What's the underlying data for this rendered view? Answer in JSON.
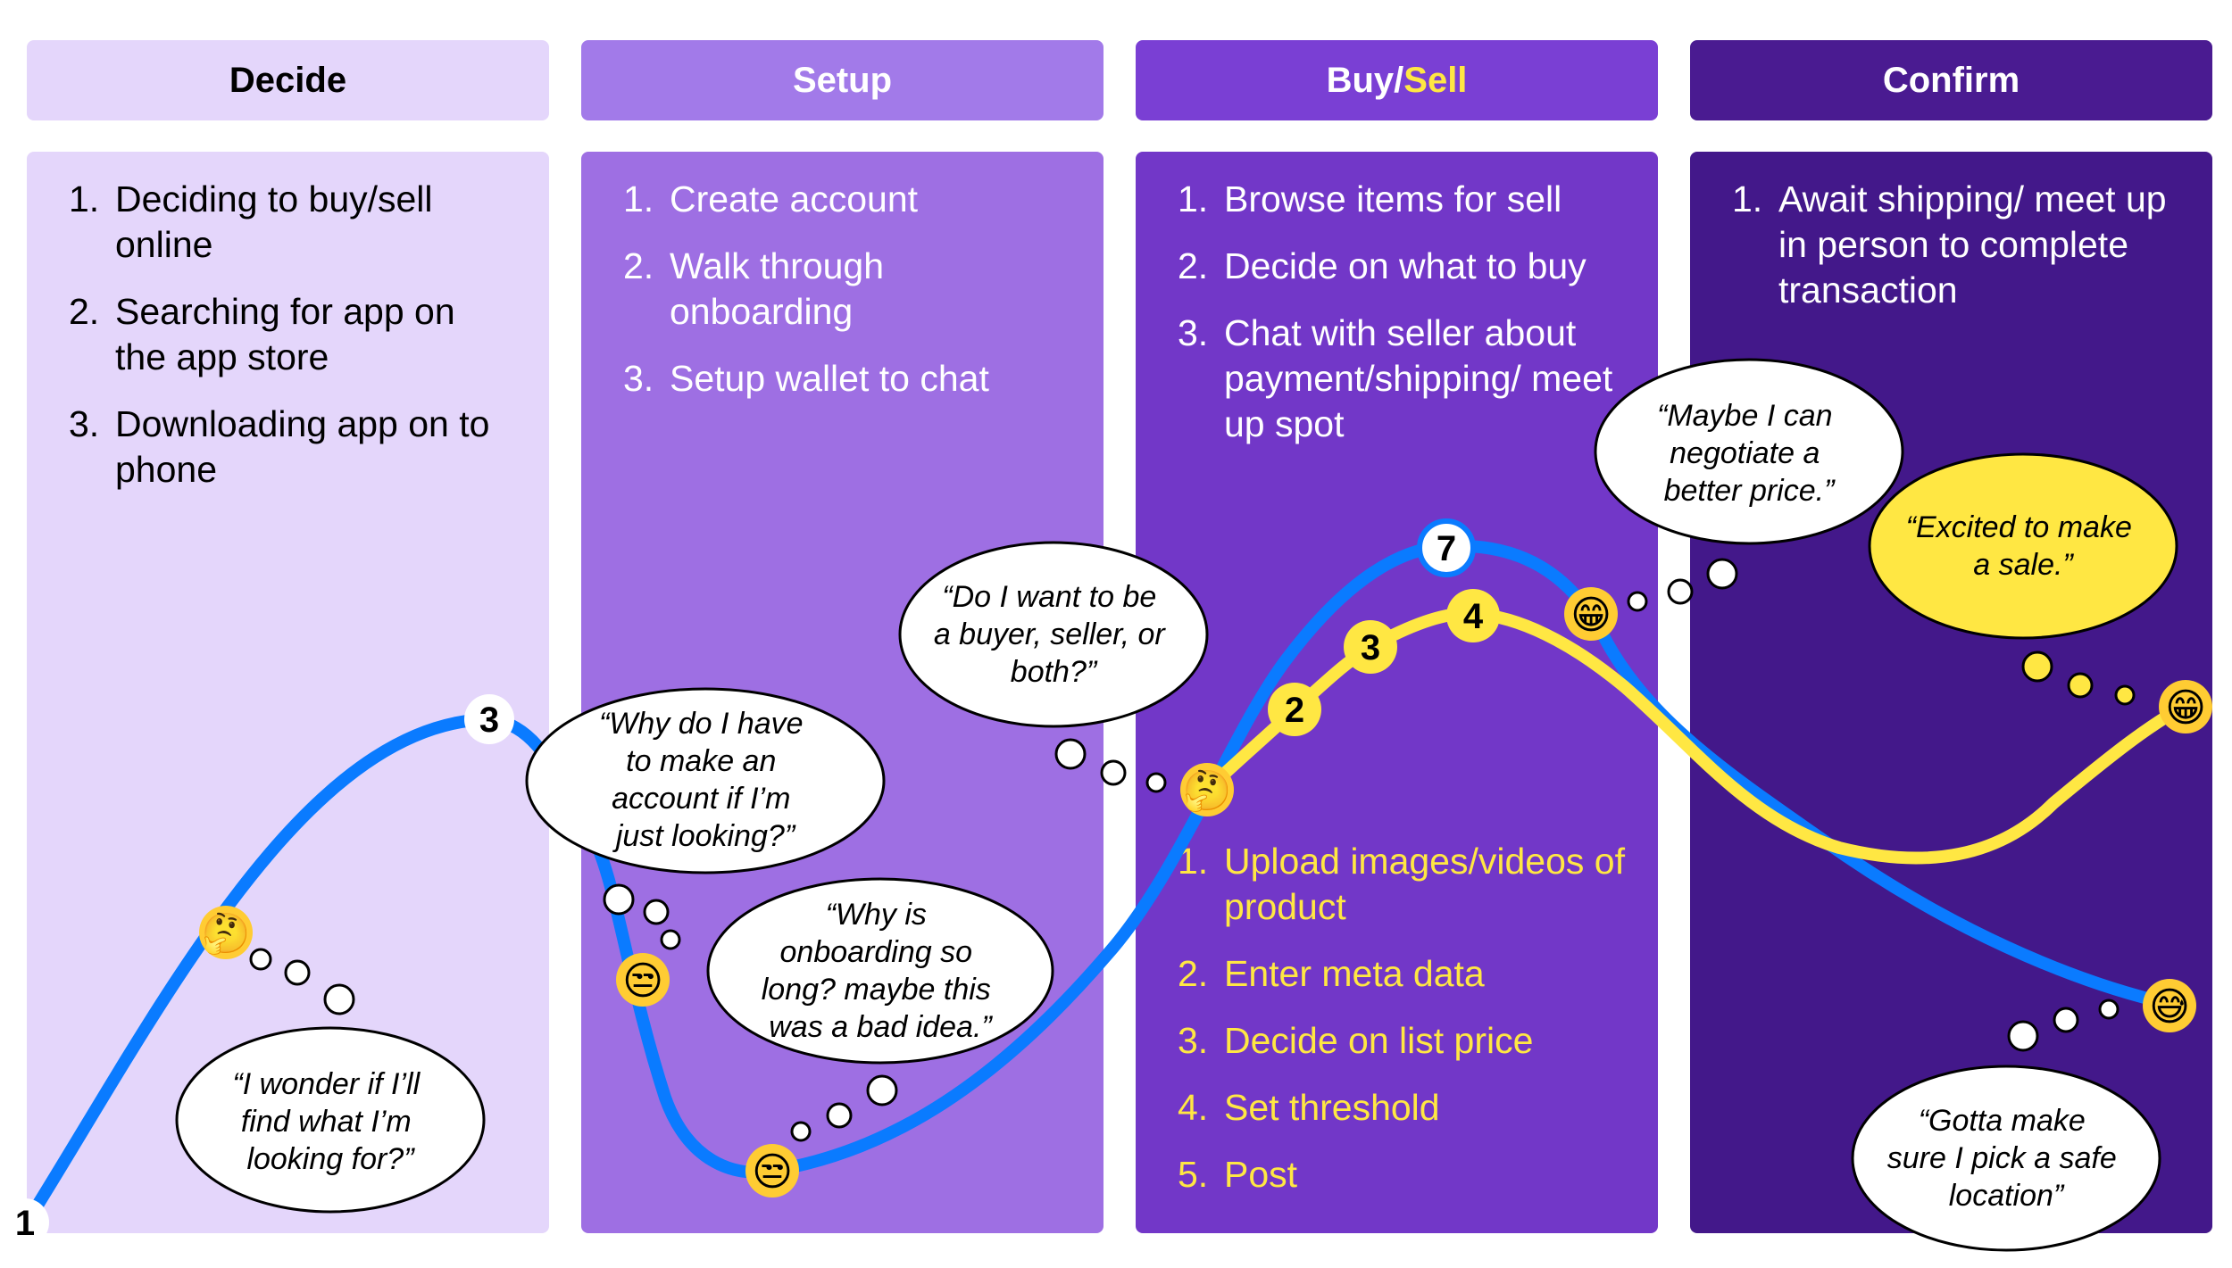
{
  "stages": [
    {
      "id": "decide",
      "title": "Decide",
      "steps": [
        {
          "n": "1.",
          "text": "Deciding to buy/sell online"
        },
        {
          "n": "2.",
          "text": "Searching for app on the app store"
        },
        {
          "n": "3.",
          "text": "Downloading app on to phone"
        }
      ]
    },
    {
      "id": "setup",
      "title": "Setup",
      "steps": [
        {
          "n": "1.",
          "text": "Create account"
        },
        {
          "n": "2.",
          "text": "Walk through onboarding"
        },
        {
          "n": "3.",
          "text": "Setup wallet to chat"
        }
      ]
    },
    {
      "id": "buysell",
      "title_buy": "Buy/",
      "title_sell": "Sell",
      "steps": [
        {
          "n": "1.",
          "text": "Browse items for sell"
        },
        {
          "n": "2.",
          "text": "Decide on what to buy"
        },
        {
          "n": "3.",
          "text": "Chat with seller about payment/shipping/ meet up spot"
        }
      ],
      "seller_steps": [
        {
          "n": "1.",
          "text": "Upload images/videos of product"
        },
        {
          "n": "2.",
          "text": "Enter meta data"
        },
        {
          "n": "3.",
          "text": "Decide on list price"
        },
        {
          "n": "4.",
          "text": "Set threshold"
        },
        {
          "n": "5.",
          "text": "Post"
        }
      ]
    },
    {
      "id": "confirm",
      "title": "Confirm",
      "steps": [
        {
          "n": "1.",
          "text": "Await shipping/ meet up in person to complete transaction"
        }
      ]
    }
  ],
  "colors": {
    "decide_bg": "#E4D6FB",
    "setup_header": "#A27AE9",
    "setup_bg": "#9E6FE3",
    "buysell_header": "#7A3FD4",
    "buysell_bg": "#7237C8",
    "confirm_header": "#4A1B91",
    "confirm_bg": "#43188A",
    "buyer_line": "#0A7BFF",
    "seller_line": "#FFE743",
    "seller_text": "#FFE743"
  },
  "badges": {
    "start": "1",
    "decide_peak": "3",
    "buyer_peak": "7",
    "seller_2": "2",
    "seller_3": "3",
    "seller_4": "4"
  },
  "thoughts": {
    "find": [
      "“I wonder if I’ll",
      "find what I’m",
      "looking for?”"
    ],
    "account": [
      "“Why do I have",
      "to make an",
      "account if I’m",
      "just looking?”"
    ],
    "onboarding": [
      "“Why is",
      "onboarding so",
      "long? maybe this",
      "was a bad idea.”"
    ],
    "role": [
      "“Do I want to be",
      "a buyer, seller, or",
      "both?”"
    ],
    "negotiate": [
      "“Maybe I can",
      "negotiate a",
      "better price.”"
    ],
    "sale": [
      "“Excited to make",
      "a sale.”"
    ],
    "location": [
      "“Gotta make",
      "sure I pick a safe",
      "location”"
    ]
  },
  "emojis": {
    "thinking": "🤔",
    "unamused": "😒",
    "grin": "😁",
    "sweat_smile": "😅"
  }
}
